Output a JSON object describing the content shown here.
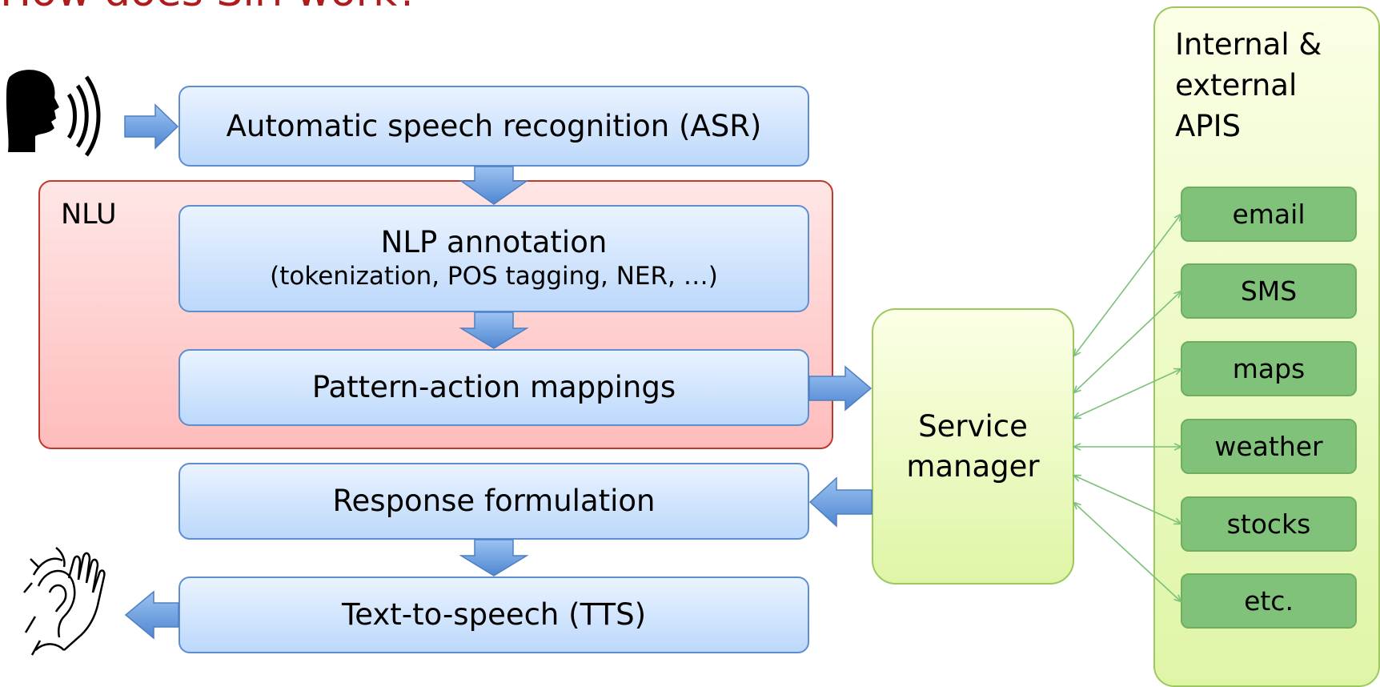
{
  "title": "How does Siri work?",
  "nlu": {
    "label": "NLU"
  },
  "pipeline": {
    "asr": "Automatic speech recognition (ASR)",
    "nlp_title": "NLP annotation",
    "nlp_sub": "(tokenization, POS tagging, NER, …)",
    "pattern": "Pattern-action mappings",
    "response": "Response formulation",
    "tts": "Text-to-speech (TTS)"
  },
  "service_manager": {
    "line1": "Service",
    "line2": "manager"
  },
  "apis": {
    "title_line1": "Internal &",
    "title_line2": "external",
    "title_line3": "APIS",
    "items": [
      "email",
      "SMS",
      "maps",
      "weather",
      "stocks",
      "etc."
    ]
  },
  "icons": {
    "speaker": "speaking-head-icon",
    "listener": "listening-ear-icon"
  },
  "colors": {
    "title": "#b01c1c",
    "pipeline_fill": "#cfe3fb",
    "nlu_fill": "#ffcccc",
    "service_fill": "#eaf9c0",
    "api_fill": "#80c27a",
    "arrow": "#6a9fe0"
  }
}
